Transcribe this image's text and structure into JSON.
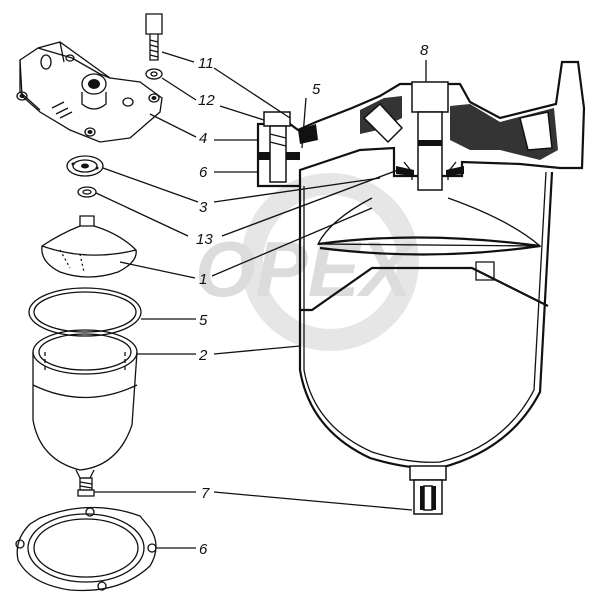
{
  "watermark": "OPEX",
  "callouts": {
    "n11": "11",
    "n12": "12",
    "n4": "4",
    "n6_top": "6",
    "n3": "3",
    "n13": "13",
    "n1": "1",
    "n5_left": "5",
    "n2": "2",
    "n7": "7",
    "n6_bottom": "6",
    "n8": "8",
    "n5_top": "5"
  },
  "colors": {
    "line": "#111111",
    "watermark": "#dcdcdc",
    "background": "#ffffff"
  }
}
